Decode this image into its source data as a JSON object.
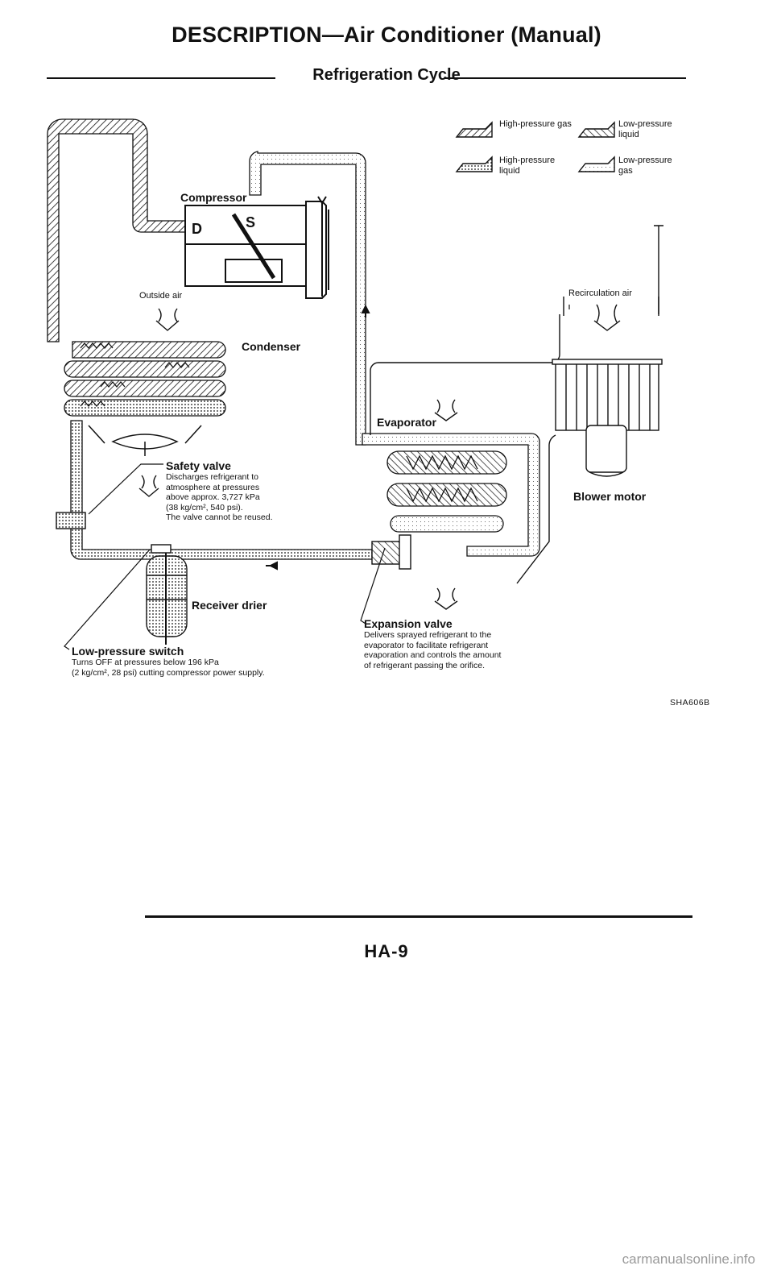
{
  "header": {
    "title": "DESCRIPTION—Air Conditioner (Manual)",
    "subtitle": "Refrigeration Cycle"
  },
  "legend": {
    "high_pressure_gas": "High-pressure gas",
    "high_pressure_liquid": "High-pressure liquid",
    "low_pressure_liquid": "Low-pressure liquid",
    "low_pressure_gas": "Low-pressure gas"
  },
  "components": {
    "compressor": "Compressor",
    "compressor_discharge": "D",
    "compressor_suction": "S",
    "outside_air": "Outside air",
    "condenser": "Condenser",
    "evaporator": "Evaporator",
    "recirculation_air": "Recirculation air",
    "blower_motor": "Blower motor",
    "receiver_drier": "Receiver drier"
  },
  "callouts": {
    "safety_valve": {
      "title": "Safety valve",
      "lines": [
        "Discharges refrigerant to",
        "atmosphere at pressures",
        "above approx. 3,727 kPa",
        "(38 kg/cm², 540 psi).",
        "The valve cannot be reused."
      ]
    },
    "low_pressure_switch": {
      "title": "Low-pressure switch",
      "lines": [
        "Turns OFF at pressures below 196 kPa",
        "(2 kg/cm², 28 psi) cutting compressor power supply."
      ]
    },
    "expansion_valve": {
      "title": "Expansion valve",
      "lines": [
        "Delivers sprayed refrigerant to the",
        "evaporator to facilitate refrigerant",
        "evaporation and controls the amount",
        "of refrigerant passing the orifice."
      ]
    }
  },
  "figure_code": "SHA606B",
  "page_number": "HA-9",
  "watermark": "carmanualsonline.info"
}
